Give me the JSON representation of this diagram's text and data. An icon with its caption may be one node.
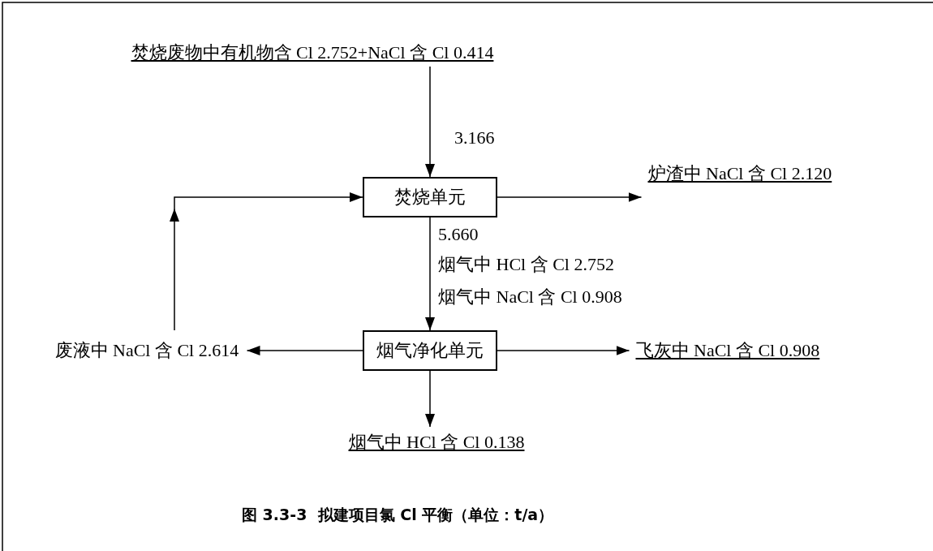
{
  "diagram": {
    "caption": "图 3.3-3  拟建项目氯 Cl 平衡（单位：t/a）",
    "nodes": [
      {
        "text": [
          "焚烧废物中有机物含 Cl 2.752+NaCl 含 Cl 0.414"
        ]
      },
      {
        "text": [
          "焚烧单元"
        ]
      },
      {
        "text": [
          "炉渣中 NaCl 含 Cl 2.120"
        ]
      },
      {
        "text": [
          "烟气净化单元"
        ]
      },
      {
        "text": [
          "飞灰中 NaCl 含 Cl 0.908"
        ]
      },
      {
        "text": [
          "废液中 NaCl 含 Cl 2.614"
        ]
      },
      {
        "text": [
          "烟气中 HCl 含 Cl 0.138"
        ]
      }
    ],
    "edges": [
      {
        "from": 0,
        "to": 1,
        "arrow": "to",
        "label": "3.166"
      },
      {
        "from": 1,
        "to": 2,
        "arrow": "to"
      },
      {
        "from": 1,
        "to": 3,
        "arrow": "to",
        "label": "5.660"
      },
      {
        "from": 3,
        "to": 5,
        "arrow": "to"
      },
      {
        "from": 3,
        "to": 4,
        "arrow": "to"
      },
      {
        "from": 3,
        "to": 6,
        "arrow": "to"
      },
      {
        "from": 5,
        "to": 1,
        "arrow": "to"
      }
    ],
    "labels": [
      "烟气中 HCl 含 Cl 2.752",
      "烟气中 NaCl 含 Cl 0.908"
    ]
  }
}
